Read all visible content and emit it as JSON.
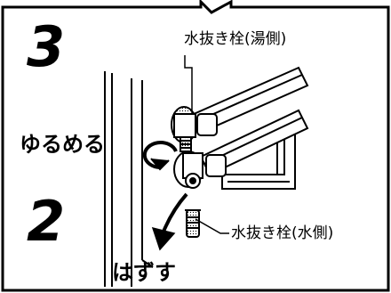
{
  "steps": {
    "top_number": "3",
    "bottom_number": "2"
  },
  "actions": {
    "loosen": "ゆるめる",
    "remove": "はずす"
  },
  "callouts": {
    "hot_side": "水抜き栓(湯側)",
    "water_side": "水抜き栓(水側)"
  },
  "colors": {
    "ink": "#000000",
    "background": "#ffffff"
  },
  "icons": {
    "loosen_arrow": "curved-arrow-counterclockwise-icon",
    "remove_arrow": "down-left-arrow-icon"
  }
}
